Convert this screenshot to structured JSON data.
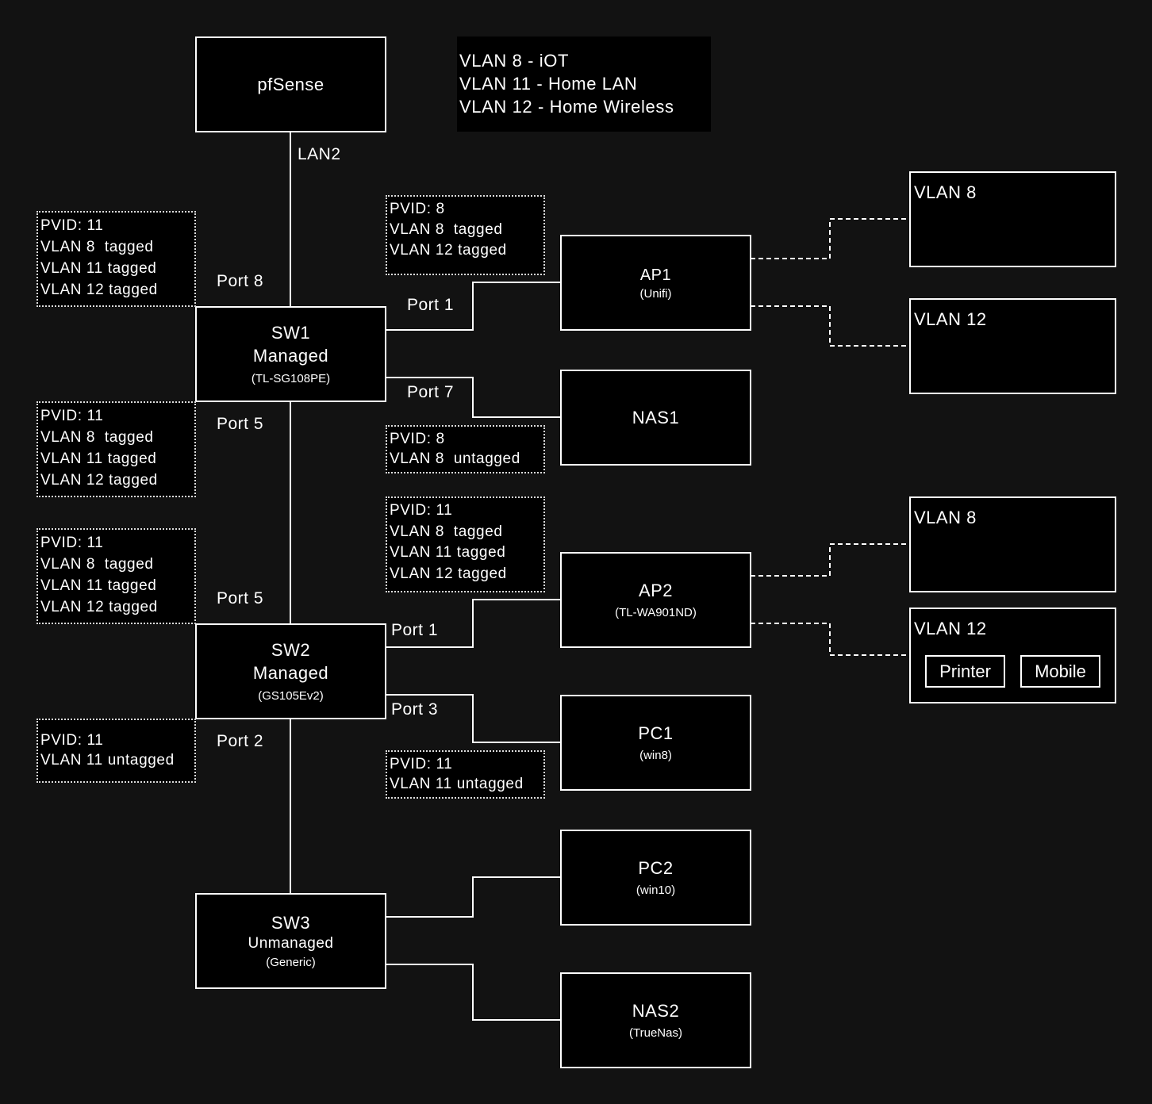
{
  "legend": [
    "VLAN 8 - iOT",
    "VLAN 11 - Home LAN",
    "VLAN 12 - Home Wireless"
  ],
  "devices": {
    "pfsense": {
      "title": "pfSense"
    },
    "sw1": {
      "title": "SW1",
      "sub": "Managed",
      "model": "(TL-SG108PE)"
    },
    "sw2": {
      "title": "SW2",
      "sub": "Managed",
      "model": "(GS105Ev2)"
    },
    "sw3": {
      "title": "SW3",
      "sub": "Unmanaged",
      "model": "(Generic)"
    },
    "ap1": {
      "title": "AP1",
      "model": "(Unifi)"
    },
    "nas1": {
      "title": "NAS1"
    },
    "ap2": {
      "title": "AP2",
      "model": "(TL-WA901ND)"
    },
    "pc1": {
      "title": "PC1",
      "model": "(win8)"
    },
    "pc2": {
      "title": "PC2",
      "model": "(win10)"
    },
    "nas2": {
      "title": "NAS2",
      "model": "(TrueNas)"
    }
  },
  "wifi": {
    "ap1_vlan8": "VLAN 8",
    "ap1_vlan12": "VLAN 12",
    "ap2_vlan8": "VLAN 8",
    "ap2_vlan12": "VLAN 12",
    "printer": "Printer",
    "mobile": "Mobile"
  },
  "ports": {
    "lan2": "LAN2",
    "sw1_p8": "Port 8",
    "sw1_p1": "Port 1",
    "sw1_p7": "Port 7",
    "sw1_p5": "Port 5",
    "sw2_p5": "Port 5",
    "sw2_p1": "Port 1",
    "sw2_p3": "Port 3",
    "sw2_p2": "Port 2"
  },
  "notes": {
    "sw1_p8": [
      "PVID: 11",
      "VLAN 8  tagged",
      "VLAN 11 tagged",
      "VLAN 12 tagged"
    ],
    "sw1_p1": [
      "PVID: 8",
      "VLAN 8  tagged",
      "VLAN 12 tagged"
    ],
    "sw1_p7": [
      "PVID: 8",
      "VLAN 8  untagged"
    ],
    "sw1_p5": [
      "PVID: 11",
      "VLAN 8  tagged",
      "VLAN 11 tagged",
      "VLAN 12 tagged"
    ],
    "sw2_p5": [
      "PVID: 11",
      "VLAN 8  tagged",
      "VLAN 11 tagged",
      "VLAN 12 tagged"
    ],
    "sw2_p1": [
      "PVID: 11",
      "VLAN 8  tagged",
      "VLAN 11 tagged",
      "VLAN 12 tagged"
    ],
    "sw2_p2": [
      "PVID: 11",
      "VLAN 11 untagged"
    ],
    "sw2_p3": [
      "PVID: 11",
      "VLAN 11 untagged"
    ]
  }
}
